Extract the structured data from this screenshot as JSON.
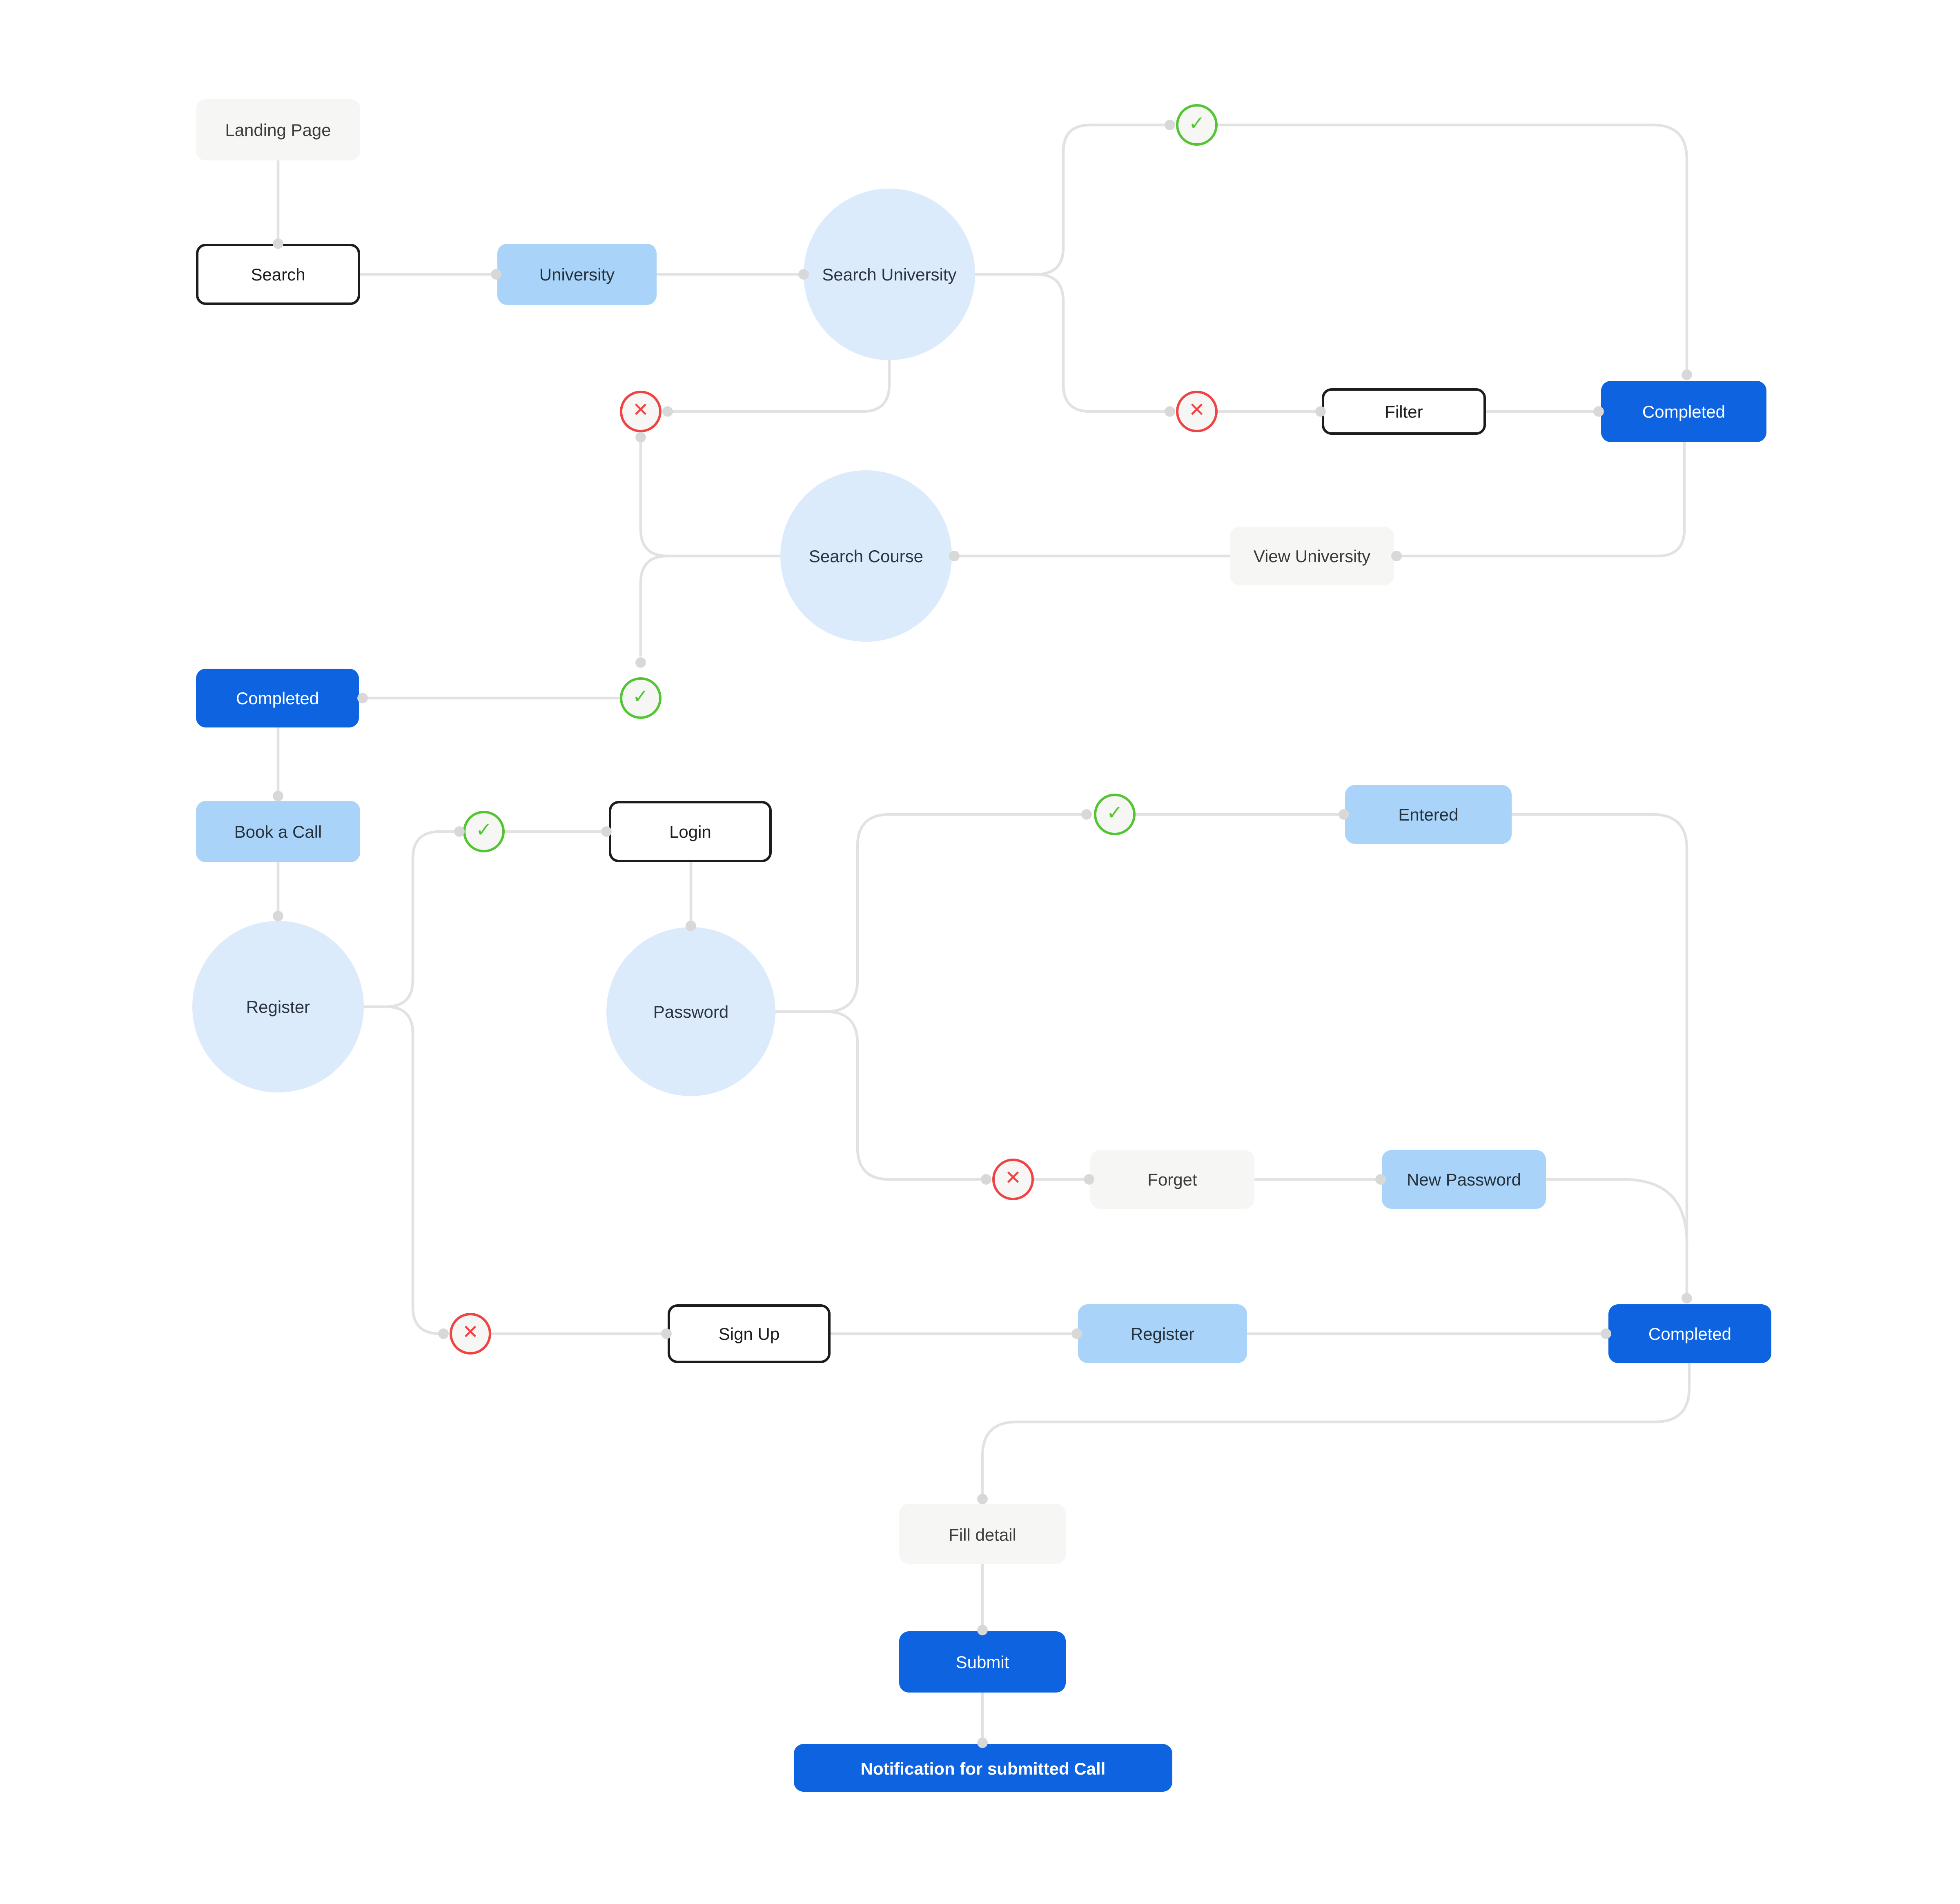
{
  "flow": {
    "nodes": {
      "landing_page": {
        "label": "Landing Page"
      },
      "search": {
        "label": "Search"
      },
      "university": {
        "label": "University"
      },
      "search_university": {
        "label": "Search University"
      },
      "filter": {
        "label": "Filter"
      },
      "completed_top": {
        "label": "Completed"
      },
      "search_course": {
        "label": "Search Course"
      },
      "view_university": {
        "label": "View University"
      },
      "completed_left": {
        "label": "Completed"
      },
      "book_a_call": {
        "label": "Book a Call"
      },
      "register_start": {
        "label": "Register"
      },
      "login": {
        "label": "Login"
      },
      "password": {
        "label": "Password"
      },
      "entered": {
        "label": "Entered"
      },
      "forget": {
        "label": "Forget"
      },
      "new_password": {
        "label": "New Password"
      },
      "sign_up": {
        "label": "Sign Up"
      },
      "register_submit": {
        "label": "Register"
      },
      "completed_register": {
        "label": "Completed"
      },
      "fill_detail": {
        "label": "Fill detail"
      },
      "submit": {
        "label": "Submit"
      },
      "notification": {
        "label": "Notification for submitted Call"
      }
    },
    "icons": {
      "success": "✓",
      "failure": "✕"
    },
    "colors": {
      "primary_blue": "#0E63E1",
      "light_blue": "#A9D3F8",
      "pale_circle_blue": "#DBEBFB",
      "gray_node": "#F6F6F4",
      "connector_gray": "#E2E2E2",
      "junction_dot": "#D8D8D8",
      "success_green": "#52C531",
      "error_red": "#F04343"
    }
  }
}
